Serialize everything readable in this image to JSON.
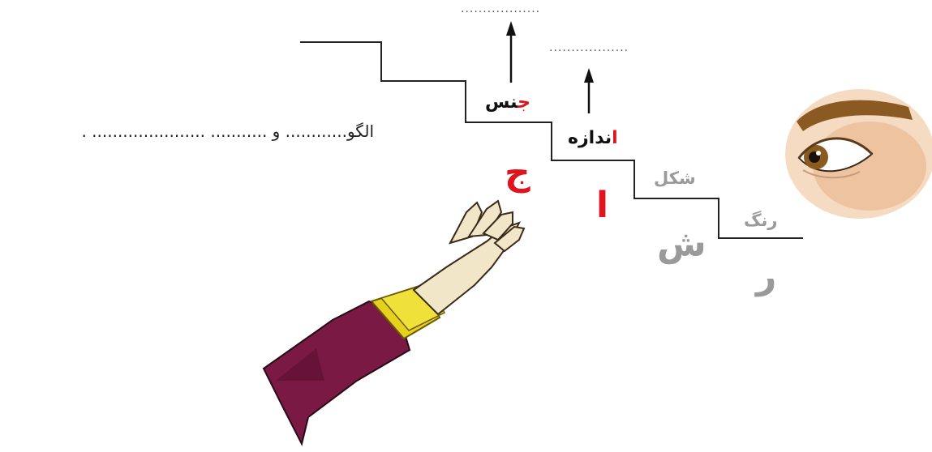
{
  "blanks": {
    "top": "..................",
    "middle": ".................."
  },
  "steps": {
    "jens": {
      "first_letter": "ج",
      "rest": "نس"
    },
    "andaze": {
      "first_letter": "ا",
      "rest": "ندازه"
    },
    "shekl": "شکل",
    "rang": "رنگ"
  },
  "letters": {
    "jim": "ج",
    "alef": "ا",
    "shin": "ش",
    "re": "ر"
  },
  "pattern_text": "الگو............ و ........... ...................... .",
  "colors": {
    "accent_red": "#e0141e",
    "muted_grey": "#9a9a9a",
    "line": "#222222"
  },
  "icons": [
    "eye-icon",
    "hand-icon"
  ]
}
